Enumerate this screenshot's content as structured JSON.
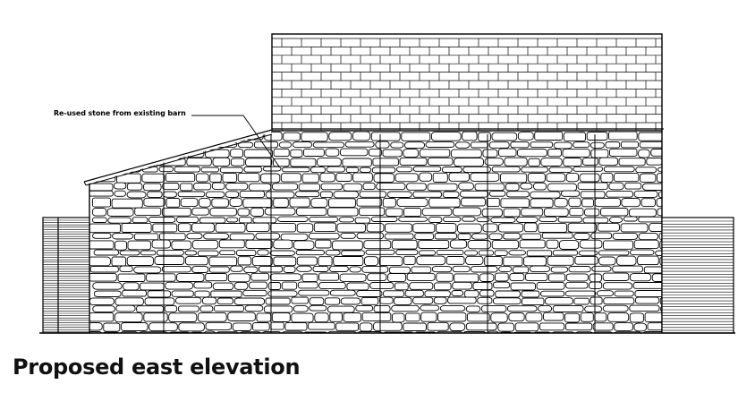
{
  "title": "Proposed east elevation",
  "annotations": [
    {
      "text": "Re-used stone from existing barn"
    }
  ],
  "colors": {
    "line": "#000000",
    "background": "#ffffff"
  },
  "elements": {
    "roof_material": "brick-coursing",
    "wall_material": "random-rubble-stone",
    "fence_sides": "timber-cladding"
  }
}
